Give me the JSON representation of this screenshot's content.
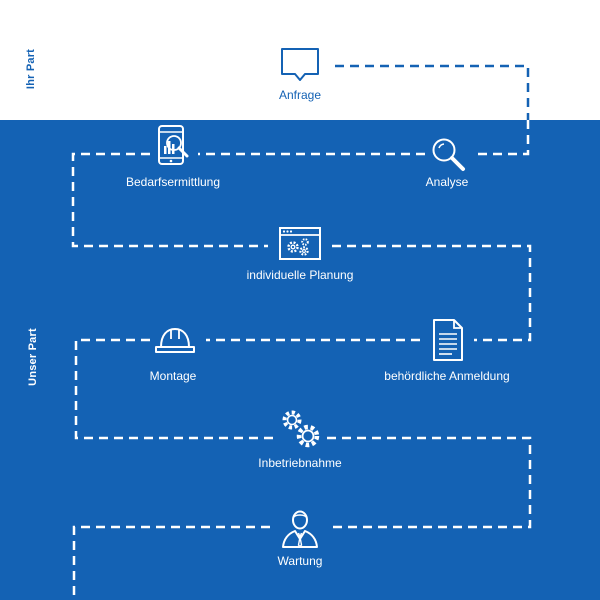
{
  "sections": {
    "top_label": "Ihr Part",
    "bottom_label": "Unser Part"
  },
  "steps": [
    {
      "id": "anfrage",
      "label": "Anfrage",
      "icon": "speech-bubble-icon"
    },
    {
      "id": "analyse",
      "label": "Analyse",
      "icon": "magnifier-icon"
    },
    {
      "id": "bedarfsermittlung",
      "label": "Bedarfsermittlung",
      "icon": "tablet-chart-icon"
    },
    {
      "id": "planung",
      "label": "individuelle Planung",
      "icon": "browser-gears-icon"
    },
    {
      "id": "anmeldung",
      "label": "behördliche Anmeldung",
      "icon": "document-icon"
    },
    {
      "id": "montage",
      "label": "Montage",
      "icon": "hard-hat-icon"
    },
    {
      "id": "inbetriebnahme",
      "label": "Inbetriebnahme",
      "icon": "gears-icon"
    },
    {
      "id": "wartung",
      "label": "Wartung",
      "icon": "person-icon"
    }
  ],
  "colors": {
    "primary": "#1462b4",
    "white": "#ffffff"
  }
}
